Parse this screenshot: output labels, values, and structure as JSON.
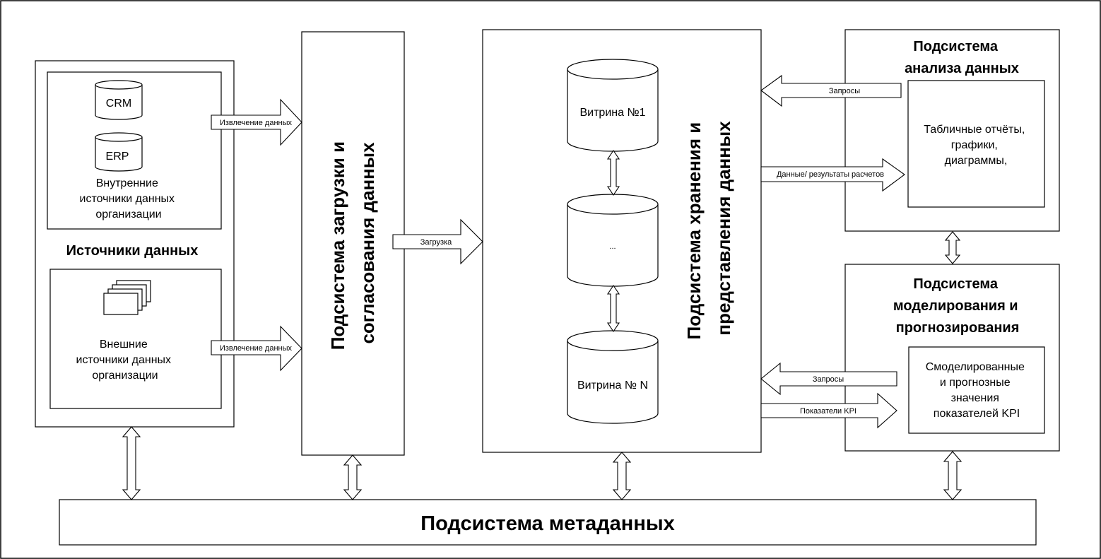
{
  "sources": {
    "title": "Источники данных",
    "internal": {
      "db1": "CRM",
      "db2": "ERP",
      "label": [
        "Внутренние",
        "источники данных",
        "организации"
      ],
      "db_icon": "database-icon"
    },
    "external": {
      "label": [
        "Внешние",
        "источники данных",
        "организации"
      ],
      "icon": "documents-stack-icon"
    }
  },
  "etl": {
    "title": [
      "Подсистема загрузки  и",
      "согласования данных"
    ]
  },
  "storage": {
    "title": [
      "Подсистема хранения и",
      "представления данных"
    ],
    "marts": [
      "Витрина №1",
      "...",
      "Витрина № N"
    ]
  },
  "analysis": {
    "title": [
      "Подсистема",
      "анализа данных"
    ],
    "inner": [
      "Табличные отчёты,",
      "графики,",
      "диаграммы,"
    ]
  },
  "modeling": {
    "title": [
      "Подсистема",
      "моделирования и",
      "прогнозирования"
    ],
    "inner": [
      "Смоделированные",
      "и прогнозные",
      "значения",
      "показателей KPI"
    ]
  },
  "metadata": {
    "title": "Подсистема метаданных"
  },
  "arrows": {
    "extract_internal": "Извлечение данных",
    "extract_external": "Извлечение данных",
    "load": "Загрузка",
    "analysis_requests": "Запросы",
    "analysis_results": "Данные/ результаты расчетов",
    "modeling_requests": "Запросы",
    "kpi": "Показатели KPI"
  }
}
